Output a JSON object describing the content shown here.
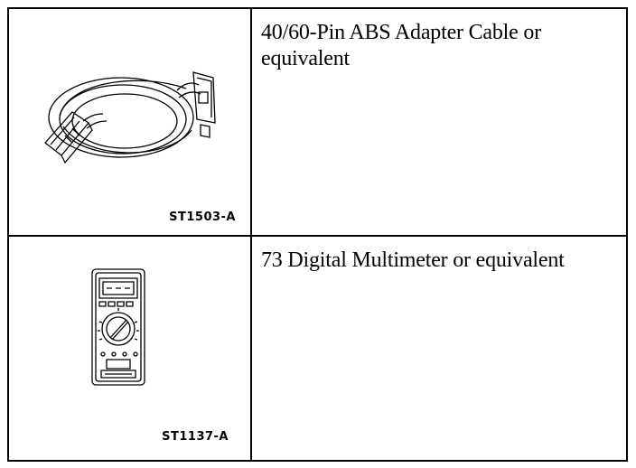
{
  "tools": [
    {
      "code": "ST1503-A",
      "illustration_icon": "adapter-cable-icon",
      "description": "40/60-Pin ABS Adapter Cable or equivalent"
    },
    {
      "code": "ST1137-A",
      "illustration_icon": "multimeter-icon",
      "description": "73 Digital Multimeter or equivalent"
    }
  ]
}
